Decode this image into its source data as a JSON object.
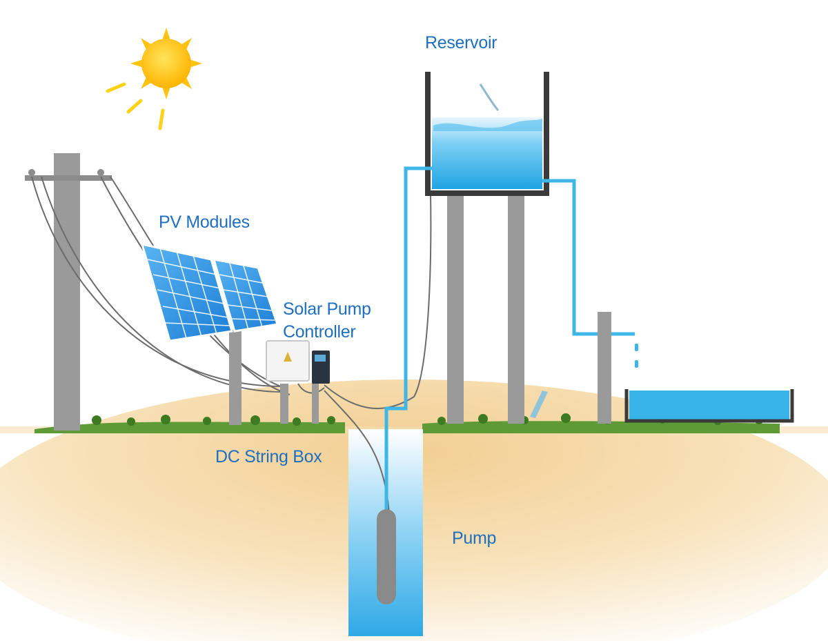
{
  "labels": {
    "reservoir": "Reservoir",
    "pv_modules": "PV Modules",
    "solar_pump_controller_line1": "Solar Pump",
    "solar_pump_controller_line2": "Controller",
    "dc_string_box": "DC String Box",
    "pump": "Pump"
  },
  "colors": {
    "label_text": "#1f6fc0",
    "pipe": "#3fb6e8",
    "water": "#38b4ea",
    "pole": "#9a9a9a",
    "tank_wall": "#3a3a3a",
    "cable": "#6b6b6b",
    "sun": "#ffcc1a",
    "soil": "#f4d9a6",
    "grass": "#4f8a2c",
    "panel": "#2b8fe0"
  },
  "icons": {
    "sun": "sun-icon",
    "solar_panel": "solar-panel-icon",
    "controller": "controller-icon",
    "string_box": "string-box-icon",
    "pump": "pump-icon",
    "tank": "reservoir-tank-icon",
    "utility_pole": "utility-pole-icon",
    "trough": "water-trough-icon"
  }
}
